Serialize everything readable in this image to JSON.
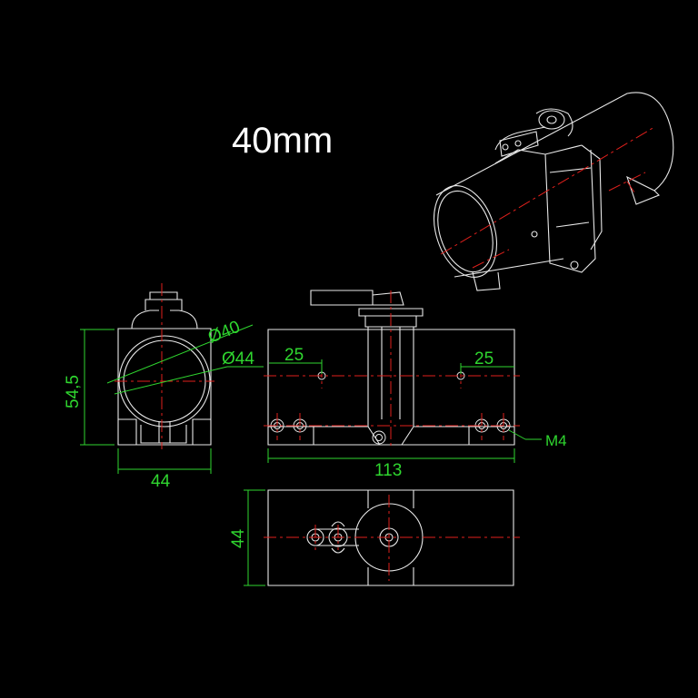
{
  "title": "40mm",
  "dimensions": {
    "front_height": "54,5",
    "front_width": "44",
    "inner_diameter": "Ø40",
    "outer_diameter": "Ø44",
    "side_left_offset": "25",
    "side_right_offset": "25",
    "side_length": "113",
    "top_width": "44",
    "thread": "M4"
  },
  "colors": {
    "background": "#000000",
    "outline": "#e8e8e8",
    "dimension": "#2fd62f",
    "centerline": "#e0201c"
  }
}
